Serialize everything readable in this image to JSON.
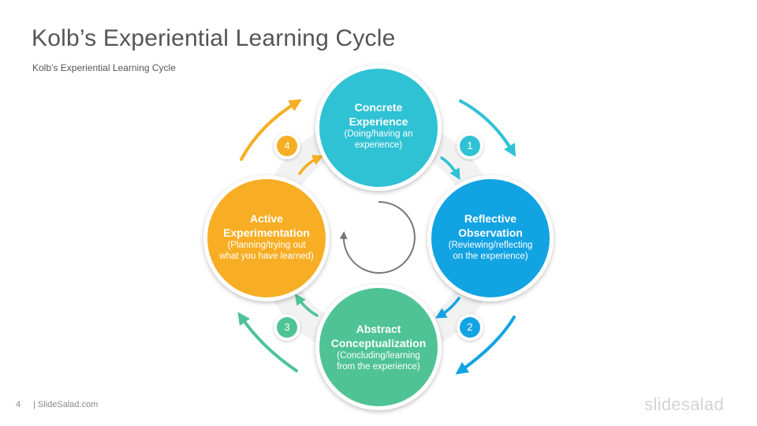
{
  "slide": {
    "title": "Kolb’s Experiential Learning Cycle",
    "subtitle": "Kolb’s  Experiential  Learning  Cycle",
    "page_number": "4",
    "site": "| SlideSalad.com",
    "brand": "slidesalad"
  },
  "stages": [
    {
      "title_line1": "Concrete",
      "title_line2": "Experience",
      "desc_line1": "(Doing/having an",
      "desc_line2": "experience)",
      "color": "#2fc2d4",
      "number": "1"
    },
    {
      "title_line1": "Reflective",
      "title_line2": "Observation",
      "desc_line1": "(Reviewing/reflecting",
      "desc_line2": "on the experience)",
      "color": "#12a3e3",
      "number": "2"
    },
    {
      "title_line1": "Abstract",
      "title_line2": "Conceptualization",
      "desc_line1": "(Concluding/learning",
      "desc_line2": "from the experience)",
      "color": "#4fc396",
      "number": "3"
    },
    {
      "title_line1": "Active",
      "title_line2": "Experimentation",
      "desc_line1": "(Planning/trying out",
      "desc_line2": "what you have learned)",
      "color": "#f7ae24",
      "number": "4"
    }
  ]
}
